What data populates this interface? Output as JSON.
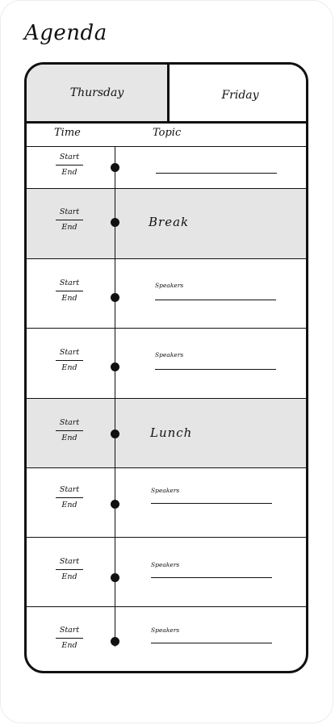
{
  "title": "Agenda",
  "tabs": {
    "thursday": "Thursday",
    "friday": "Friday"
  },
  "columns": {
    "time": "Time",
    "topic": "Topic"
  },
  "time": {
    "start": "Start",
    "end": "End"
  },
  "rows": [
    {
      "label": ""
    },
    {
      "label": "Break"
    },
    {
      "label": "Speakers"
    },
    {
      "label": "Speakers"
    },
    {
      "label": "Lunch"
    },
    {
      "label": "Speakers"
    },
    {
      "label": "Speakers"
    },
    {
      "label": "Speakers"
    }
  ]
}
